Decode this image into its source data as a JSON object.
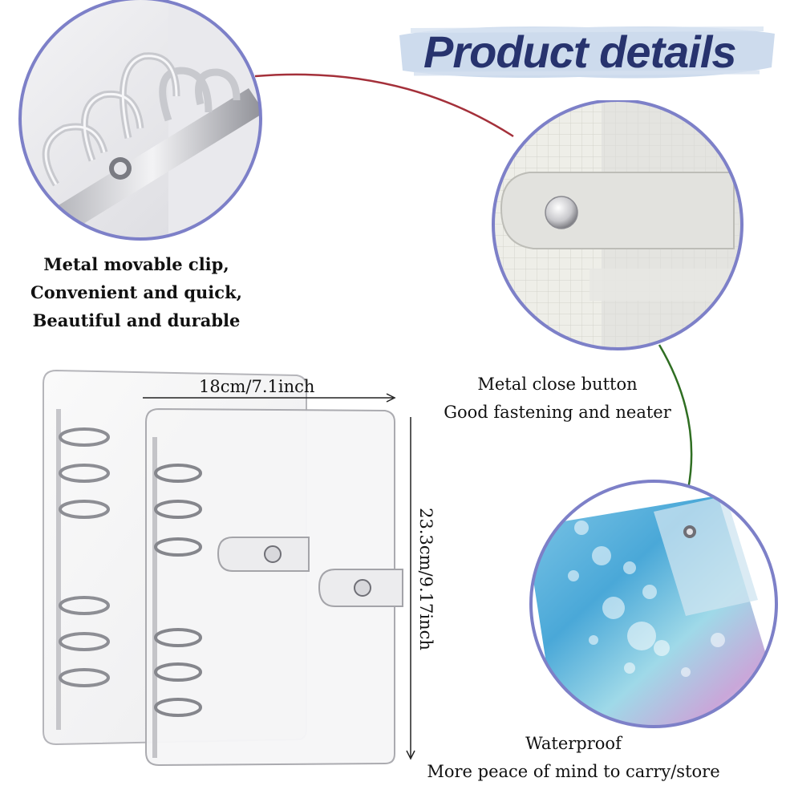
{
  "header": {
    "title": "Product details"
  },
  "features": [
    {
      "lines": [
        "Metal movable clip,",
        "Convenient and quick,",
        "Beautiful and durable"
      ],
      "icon": "metal-rings-detail"
    },
    {
      "lines": [
        "Metal close button",
        "Good fastening and neater"
      ],
      "icon": "snap-button-detail"
    },
    {
      "lines": [
        "Waterproof",
        "More peace of mind to carry/store"
      ],
      "icon": "waterproof-detail"
    }
  ],
  "dimensions": {
    "width": "18cm/7.1inch",
    "height": "23.3cm/9.17inch"
  },
  "colors": {
    "title": "#27336e",
    "brush": "#b9cde6",
    "circle_border": "#7d80c8",
    "connector_red": "#b23a3a",
    "connector_green": "#3c7d2a"
  }
}
